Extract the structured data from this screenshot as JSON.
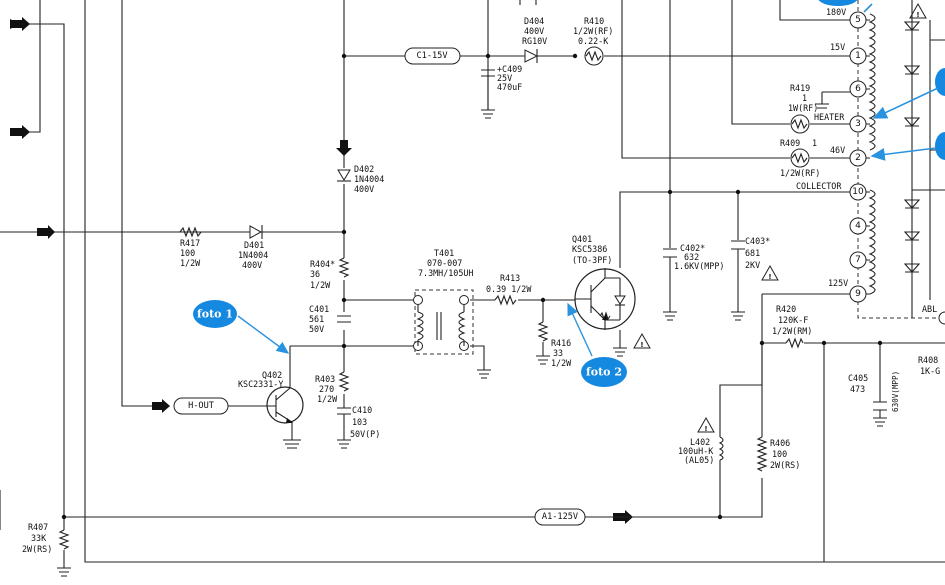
{
  "colors": {
    "callout": "#1588e0",
    "callout_arrow": "#2a93e0",
    "wire": "#222222"
  },
  "callouts": {
    "foto1": "foto 1",
    "foto2": "foto 2"
  },
  "nets": {
    "c1": "C1-15V",
    "hout": "H-OUT",
    "a1": "A1-125V"
  },
  "components": {
    "d404": [
      "D404",
      "400V",
      "RG10V"
    ],
    "r410": [
      "R410",
      "1/2W(RF)",
      "0.22-K"
    ],
    "c409": [
      "+C409",
      "25V",
      "470uF"
    ],
    "d402": [
      "D402",
      "1N4004",
      "400V"
    ],
    "r417": [
      "R417",
      "100",
      "1/2W"
    ],
    "d401": [
      "D401",
      "1N4004",
      "400V"
    ],
    "r404": [
      "R404*",
      "36",
      "1/2W"
    ],
    "c401": [
      "C401",
      "561",
      "50V"
    ],
    "t401": [
      "T401",
      "070-007",
      "7.3MH/105UH"
    ],
    "r413": [
      "R413",
      "0.39 1/2W"
    ],
    "q401": [
      "Q401",
      "KSC5386",
      "(TO-3PF)"
    ],
    "r416": [
      "R416",
      "33",
      "1/2W"
    ],
    "q402": [
      "Q402",
      "KSC2331-Y"
    ],
    "r403": [
      "R403",
      "270",
      "1/2W"
    ],
    "c410": [
      "C410",
      "103",
      "50V(P)"
    ],
    "c402": [
      "C402*",
      "632",
      "1.6KV(MPP)"
    ],
    "c403": [
      "C403*",
      "681",
      "2KV"
    ],
    "r419": [
      "R419",
      "1",
      "1W(RF)"
    ],
    "r409": [
      "R409",
      "1",
      "1/2W(RF)"
    ],
    "r420": [
      "R420",
      "120K-F",
      "1/2W(RM)"
    ],
    "c405": [
      "C405",
      "473"
    ],
    "c405_volt": "630V(MPP)",
    "r408": [
      "R408",
      "1K-G"
    ],
    "l402": [
      "L402",
      "100uH-K",
      "(AL05)"
    ],
    "r406": [
      "R406",
      "100",
      "2W(RS)"
    ],
    "r407": [
      "R407",
      "33K",
      "2W(RS)"
    ]
  },
  "fbt": {
    "labels": {
      "v180": "180V",
      "v15": "15V",
      "heater": "HEATER",
      "v46": "46V",
      "collector": "COLLECTOR",
      "v125": "125V",
      "abl": "ABL"
    },
    "pins": [
      "5",
      "1",
      "6",
      "3",
      "2",
      "10",
      "4",
      "7",
      "9"
    ]
  },
  "warning_symbol": "!"
}
